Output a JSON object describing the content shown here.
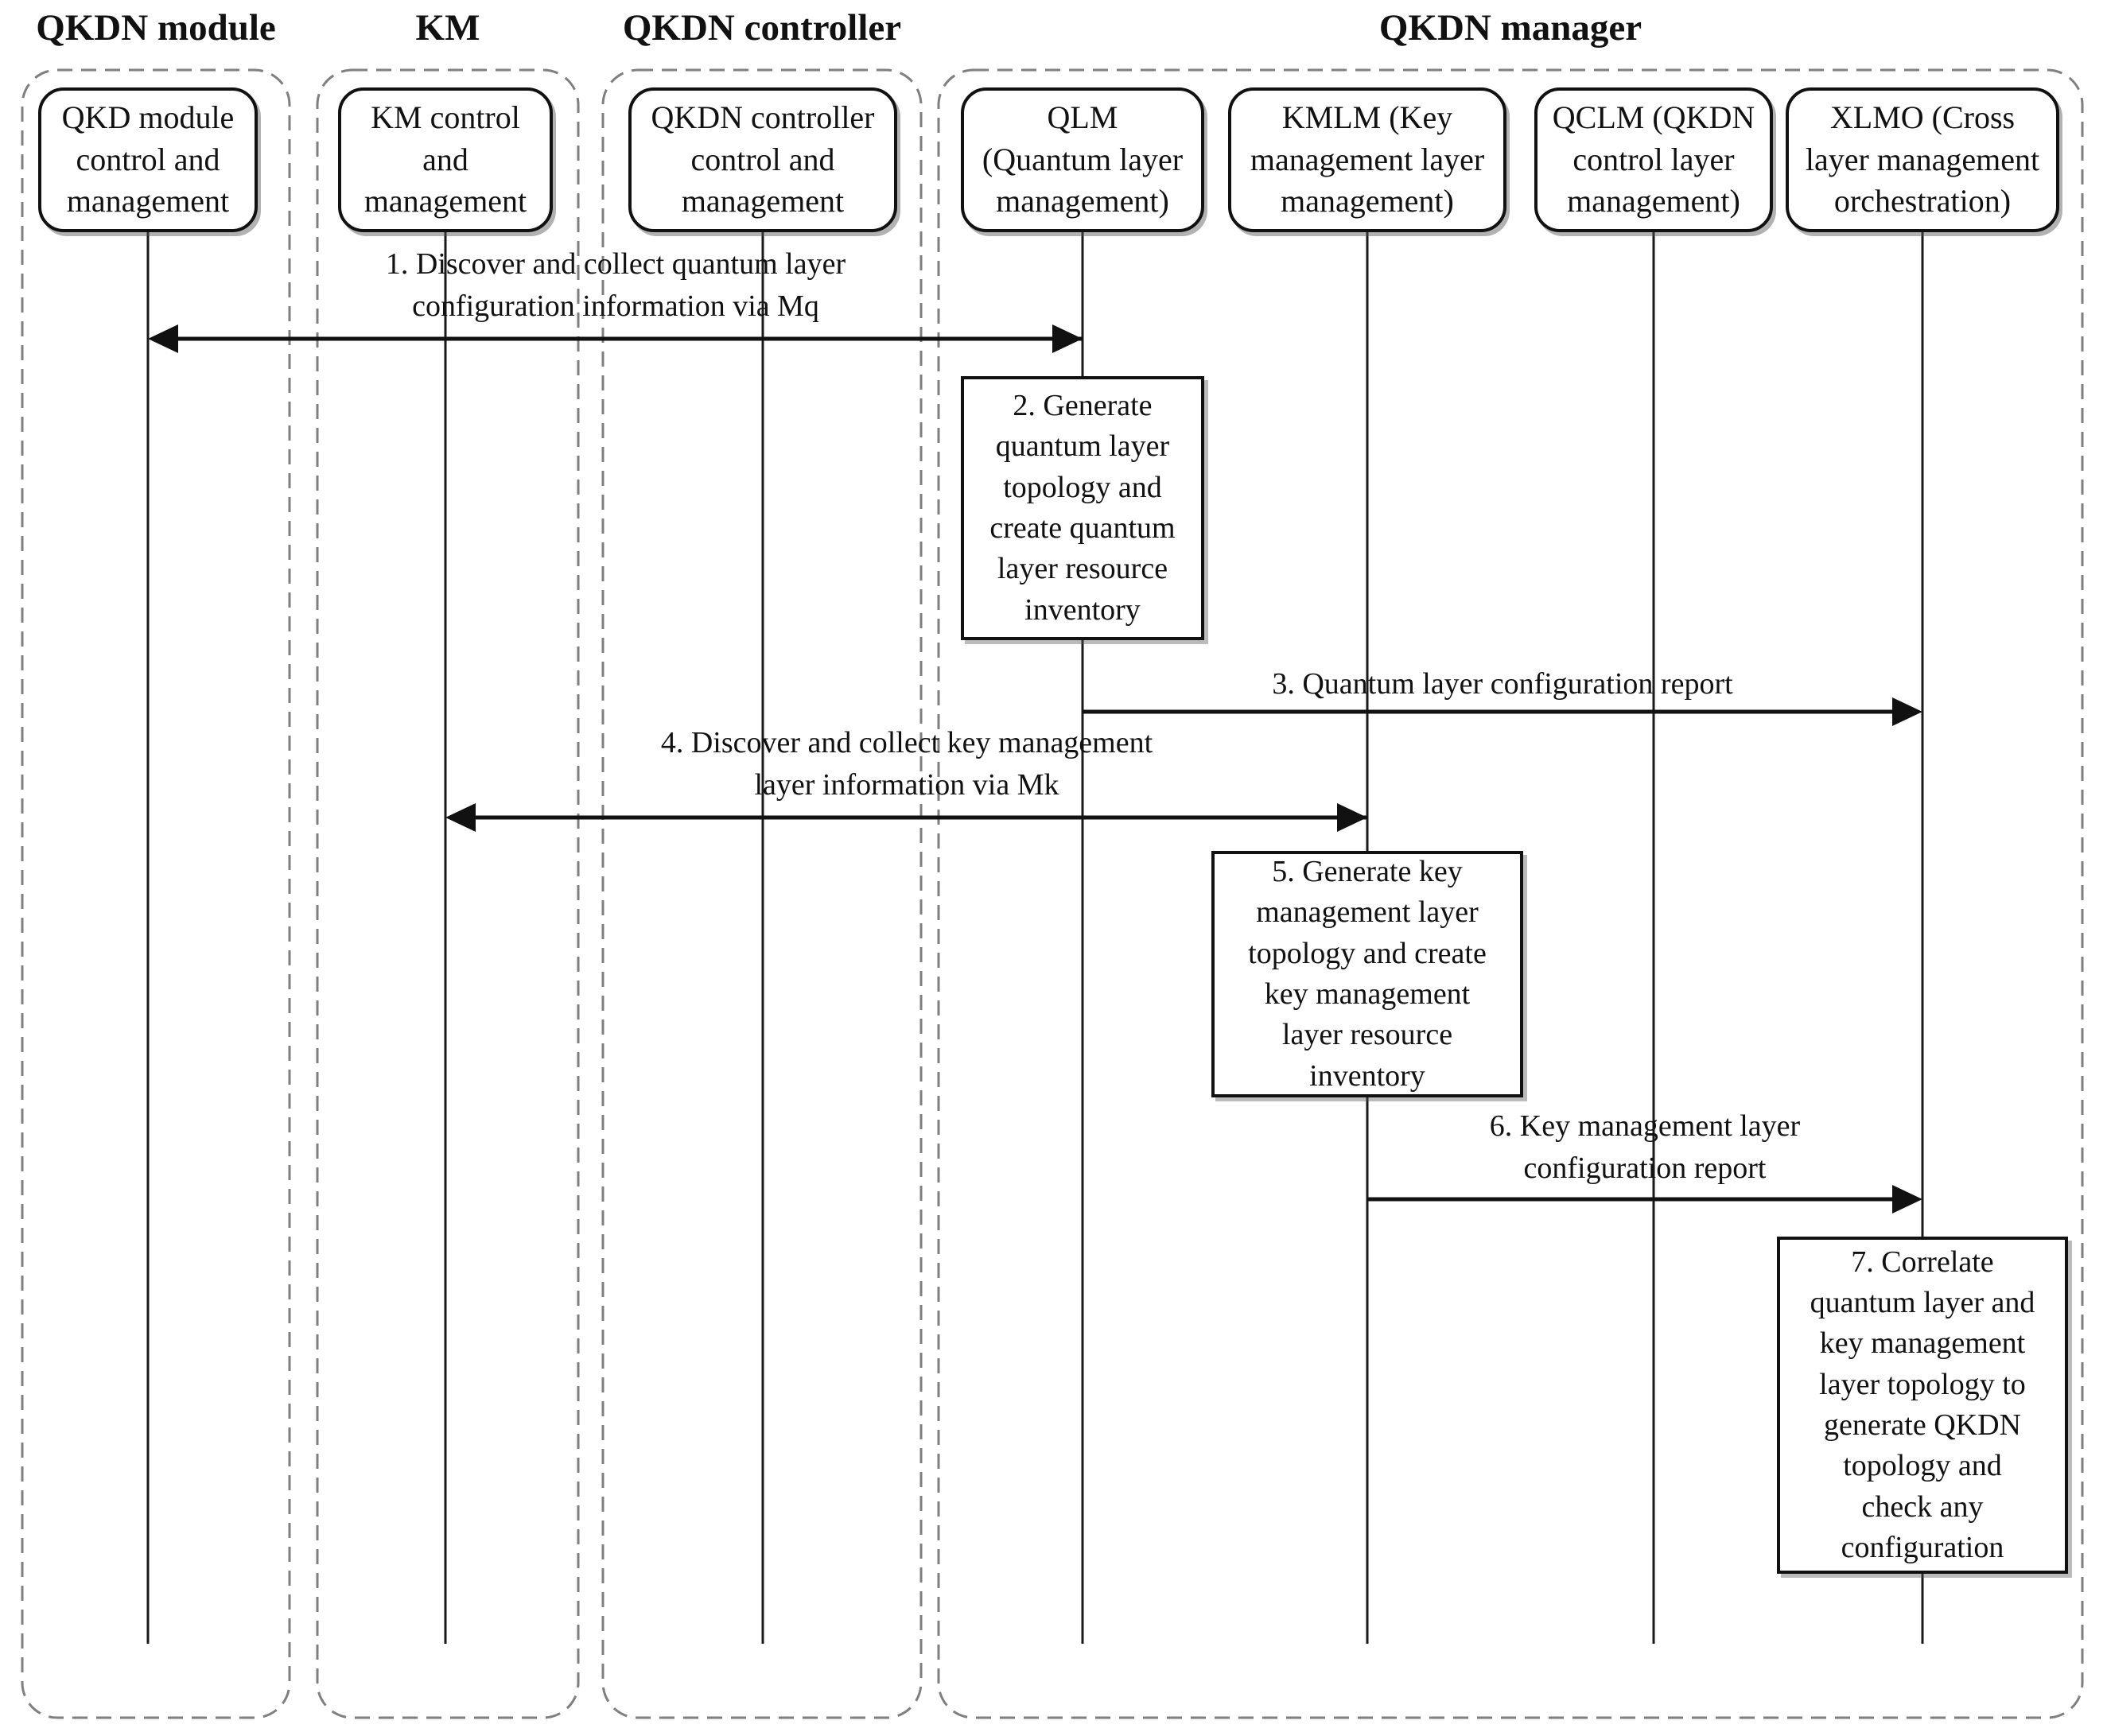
{
  "figure": {
    "groups": [
      {
        "label": "QKDN module"
      },
      {
        "label": "KM"
      },
      {
        "label": "QKDN controller"
      },
      {
        "label": "QKDN manager"
      }
    ],
    "participants": [
      {
        "label": "QKD module\ncontrol and\nmanagement"
      },
      {
        "label": "KM control\nand\nmanagement"
      },
      {
        "label": "QKDN controller\ncontrol and\nmanagement"
      },
      {
        "label": "QLM\n(Quantum layer\nmanagement)"
      },
      {
        "label": "KMLM (Key\nmanagement layer\nmanagement)"
      },
      {
        "label": "QCLM (QKDN\ncontrol layer\nmanagement)"
      },
      {
        "label": "XLMO (Cross\nlayer management\norchestration)"
      }
    ],
    "messages": [
      {
        "label": "1. Discover and collect quantum layer\nconfiguration information via Mq",
        "from": "QLM",
        "to": "QKD module control and management",
        "direction": "bidirectional"
      },
      {
        "label": "3. Quantum layer configuration report",
        "from": "QLM",
        "to": "XLMO",
        "direction": "right"
      },
      {
        "label": "4. Discover and collect key management\nlayer information via Mk",
        "from": "KMLM",
        "to": "KM control and management",
        "direction": "bidirectional"
      },
      {
        "label": "6. Key management layer\nconfiguration report",
        "from": "KMLM",
        "to": "XLMO",
        "direction": "right"
      }
    ],
    "activities": [
      {
        "label": "2. Generate\nquantum layer\ntopology and\ncreate quantum\nlayer resource\ninventory",
        "on": "QLM"
      },
      {
        "label": "5. Generate key\nmanagement layer\ntopology and create\nkey management\nlayer resource\ninventory",
        "on": "KMLM"
      },
      {
        "label": "7. Correlate\nquantum layer and\nkey management\nlayer topology to\ngenerate QKDN\ntopology and\ncheck any\nconfiguration",
        "on": "XLMO"
      }
    ],
    "colors": {
      "line": "#111111",
      "dashed_border": "#7f7f7f",
      "background": "#ffffff",
      "text": "#111111"
    }
  }
}
